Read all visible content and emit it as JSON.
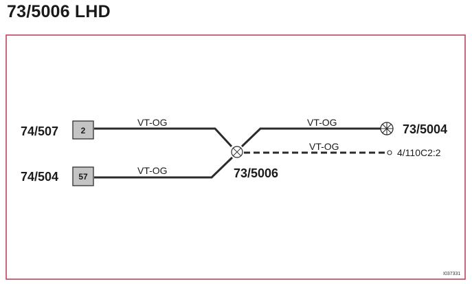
{
  "page_title": "73/5006 LHD",
  "diagram": {
    "connectors": [
      {
        "id": "74/507",
        "label": "74/507",
        "pin": "2"
      },
      {
        "id": "74/504",
        "label": "74/504",
        "pin": "57"
      }
    ],
    "splice": {
      "label": "73/5006"
    },
    "lamp": {
      "label": "73/5004"
    },
    "terminal": {
      "label": "4/110C2:2"
    },
    "wires": [
      {
        "from": "74/507",
        "to": "73/5006",
        "color_code": "VT-OG",
        "style": "solid"
      },
      {
        "from": "74/504",
        "to": "73/5006",
        "color_code": "VT-OG",
        "style": "solid"
      },
      {
        "from": "73/5006",
        "to": "73/5004",
        "color_code": "VT-OG",
        "style": "solid"
      },
      {
        "from": "73/5006",
        "to": "4/110C2:2",
        "color_code": "VT-OG",
        "style": "dashed"
      }
    ],
    "image_code": "I037331"
  },
  "colors": {
    "frame": "#c0415a",
    "wire": "#2b2b2b",
    "connector_fill": "#c4c4c4"
  }
}
